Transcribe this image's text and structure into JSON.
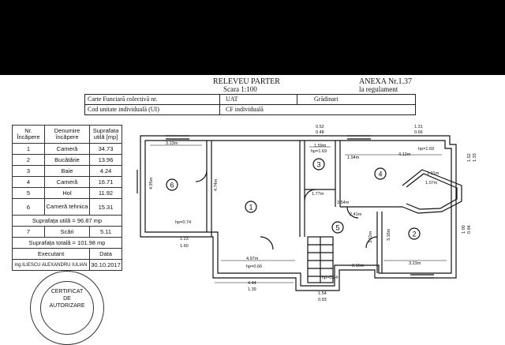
{
  "header": {
    "title": "RELEVEU PARTER",
    "scale": "Scara 1:100",
    "annex": "ANEXA Nr.1.37",
    "annex_sub": "la regulament"
  },
  "cadastral": {
    "cf_label": "Carte Funciară colectivă nr.",
    "uat_label": "UAT",
    "uat_value": "Grădinari",
    "cod_label": "Cod unitate individuală (UI)",
    "cf_ind_label": "CF individuală"
  },
  "table": {
    "headers": [
      "Nr. Încăpere",
      "Denumire încăpere",
      "Suprafata utilă [mp]"
    ],
    "rows": [
      [
        "1",
        "Cameră",
        "34.73"
      ],
      [
        "2",
        "Bucătărie",
        "13.96"
      ],
      [
        "3",
        "Baie",
        "4.24"
      ],
      [
        "4",
        "Cameră",
        "16.71"
      ],
      [
        "5",
        "Hol",
        "11.92"
      ],
      [
        "6",
        "Cameră tehnica",
        "15.31"
      ]
    ],
    "util_label": "Suprafața utilă = 96.87 mp",
    "row7": [
      "7",
      "Scări",
      "5.11"
    ],
    "total_label": "Suprafața totală = 101.98 mp",
    "executant_label": "Executant",
    "data_label": "Data",
    "executant_name": "ing.ILIESCU ALEXANDRU IULIAN",
    "date": "30.10.2017"
  },
  "stamp": {
    "l1": "CERTIFICAT",
    "l2": "DE",
    "l3": "AUTORIZARE"
  },
  "plan": {
    "room_numbers": [
      "1",
      "2",
      "3",
      "4",
      "5",
      "6"
    ],
    "dims": {
      "top_052": "0.52",
      "top_048": "0.48",
      "top_131": "1.31",
      "top_066": "0.66",
      "d313": "3.13m",
      "d159": "1.59m",
      "hp169a": "hp=1.69",
      "hp169b": "hp=1.69",
      "d412": "4.12m",
      "d194": "1.94m",
      "d495": "4.95m",
      "d474": "4.74m",
      "d177": "1.77m",
      "d241": "2.41m",
      "hp074": "hp=0.74",
      "d123": "1.23",
      "d160": "1.60",
      "d497": "4.97m",
      "hp066": "hp=0.66",
      "d444": "4.44",
      "d139": "1.39",
      "d323": "3.23m",
      "d154": "1.54",
      "d093": "0.93",
      "d152": "1.52",
      "d133": "1.33",
      "d100": "1.00",
      "d084": "0.84",
      "hp024": "hp=0.24",
      "d215": "2.15m",
      "d322": "3.22m",
      "d354": "3.54m",
      "d316": "3.16m",
      "d107": "1.07m",
      "d101": "1.01m"
    }
  }
}
